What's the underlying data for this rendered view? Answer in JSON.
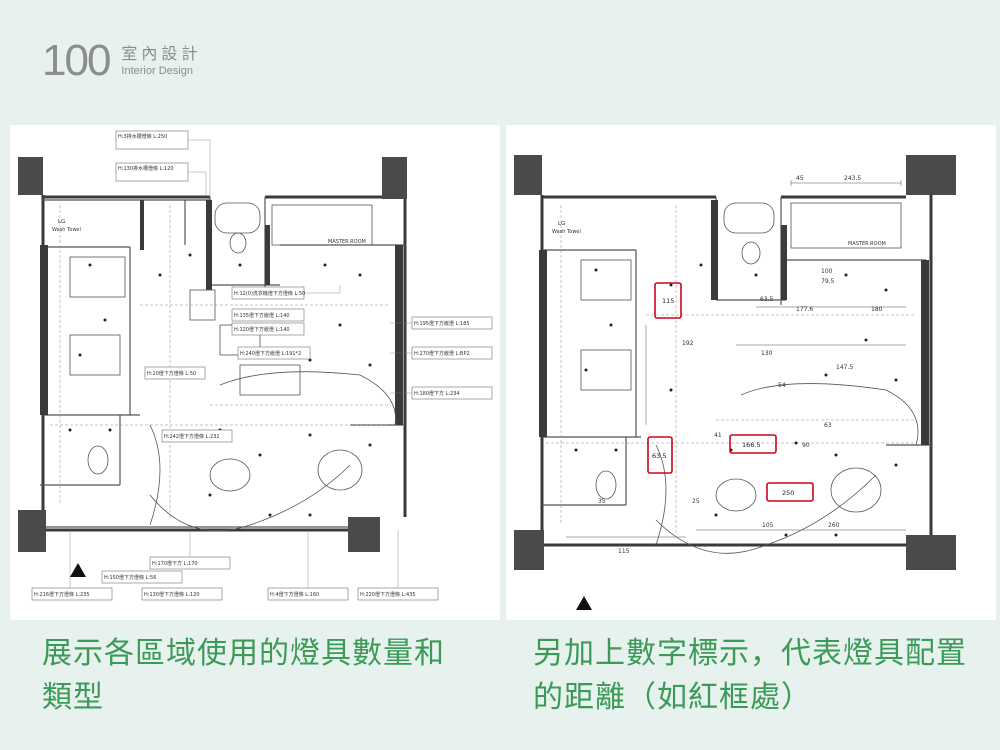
{
  "brand": {
    "number": "100",
    "name_cn": "室內設計",
    "name_en": "Interior Design"
  },
  "left_plan": {
    "annotations": [
      "H:3排水槽燈條 L:250",
      "H:130排水槽燈條 L:120",
      "H:12(0)洗衣機燈下方燈條 L:50",
      "H:135燈下方嵌燈 L:140",
      "H:120燈下方嵌燈 L:140",
      "H:195燈下方嵌燈 L:185",
      "H:240燈下方嵌燈 L:191*2",
      "H:270燈下方嵌燈 L:BP2",
      "H:20燈下方燈條 L:50",
      "H:180燈下方 L:234",
      "H:242燈下方燈條 L:232",
      "H:170燈下方 L:170",
      "H:150燈下方燈條 L:56",
      "H:130燈下方燈條 L:120",
      "H:4燈下方燈條 L:160",
      "H:216燈下方燈條 L:235",
      "H:220燈下方燈條 L:435"
    ],
    "room_labels": [
      "LG",
      "Wash Towel",
      "MASTER ROOM"
    ]
  },
  "right_plan": {
    "dimensions": [
      "243.5",
      "45",
      "100",
      "79.5",
      "177.6",
      "180",
      "63.5",
      "130",
      "147.5",
      "54",
      "41",
      "63",
      "90",
      "105",
      "260",
      "115",
      "192",
      "35",
      "25"
    ],
    "highlighted_dimensions": [
      "115",
      "63.5",
      "166.5",
      "250"
    ],
    "room_labels": [
      "LG",
      "Wash Towel",
      "MASTER ROOM"
    ]
  },
  "captions": {
    "left": "展示各區域使用的燈具數量和類型",
    "right": "另加上數字標示，代表燈具配置的距離（如紅框處）"
  },
  "colors": {
    "background": "#e7f1ed",
    "caption": "#3b9a58",
    "logo": "#8c8c8c",
    "highlight": "#d0021b",
    "wall": "#4a4a4a"
  }
}
